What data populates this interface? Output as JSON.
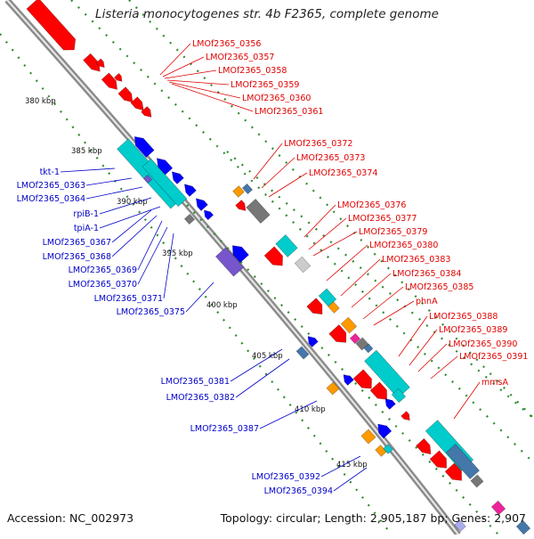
{
  "title": "Listeria monocytogenes str. 4b F2365, complete genome",
  "footer": {
    "accession": "Accession: NC_002973",
    "summary": "Topology: circular; Length: 2,905,187 bp; Genes: 2,907"
  },
  "colors": {
    "forward_label": "#e00000",
    "reverse_label": "#0000c8",
    "backbone": "#8a8a8a",
    "tick_mark": "#2e8b2e",
    "cds_red": "#ff0000",
    "cds_blue": "#0000ff",
    "cds_cyan": "#00cccc",
    "cds_grey": "#777777",
    "cds_orange": "#ff9900",
    "cds_purple": "#7755cc",
    "cds_steel": "#4477aa"
  },
  "ruler": [
    "380 kbp",
    "385 kbp",
    "390 kbp",
    "395 kbp",
    "400 kbp",
    "405 kbp",
    "410 kbp",
    "415 kbp"
  ],
  "forward_labels": [
    "LMOf2365_0356",
    "LMOf2365_0357",
    "LMOf2365_0358",
    "LMOf2365_0359",
    "LMOf2365_0360",
    "LMOf2365_0361",
    "LMOf2365_0372",
    "LMOf2365_0373",
    "LMOf2365_0374",
    "LMOf2365_0376",
    "LMOf2365_0377",
    "LMOf2365_0379",
    "LMOf2365_0380",
    "LMOf2365_0383",
    "LMOf2365_0384",
    "LMOf2365_0385",
    "phnA",
    "LMOf2365_0388",
    "LMOf2365_0389",
    "LMOf2365_0390",
    "LMOf2365_0391",
    "mmsA"
  ],
  "reverse_labels": [
    "tkt-1",
    "LMOf2365_0363",
    "LMOf2365_0364",
    "rpiB-1",
    "tpiA-1",
    "LMOf2365_0367",
    "LMOf2365_0368",
    "LMOf2365_0369",
    "LMOf2365_0370",
    "LMOf2365_0371",
    "LMOf2365_0375",
    "LMOf2365_0381",
    "LMOf2365_0382",
    "LMOf2365_0387",
    "LMOf2365_0392",
    "LMOf2365_0394"
  ]
}
